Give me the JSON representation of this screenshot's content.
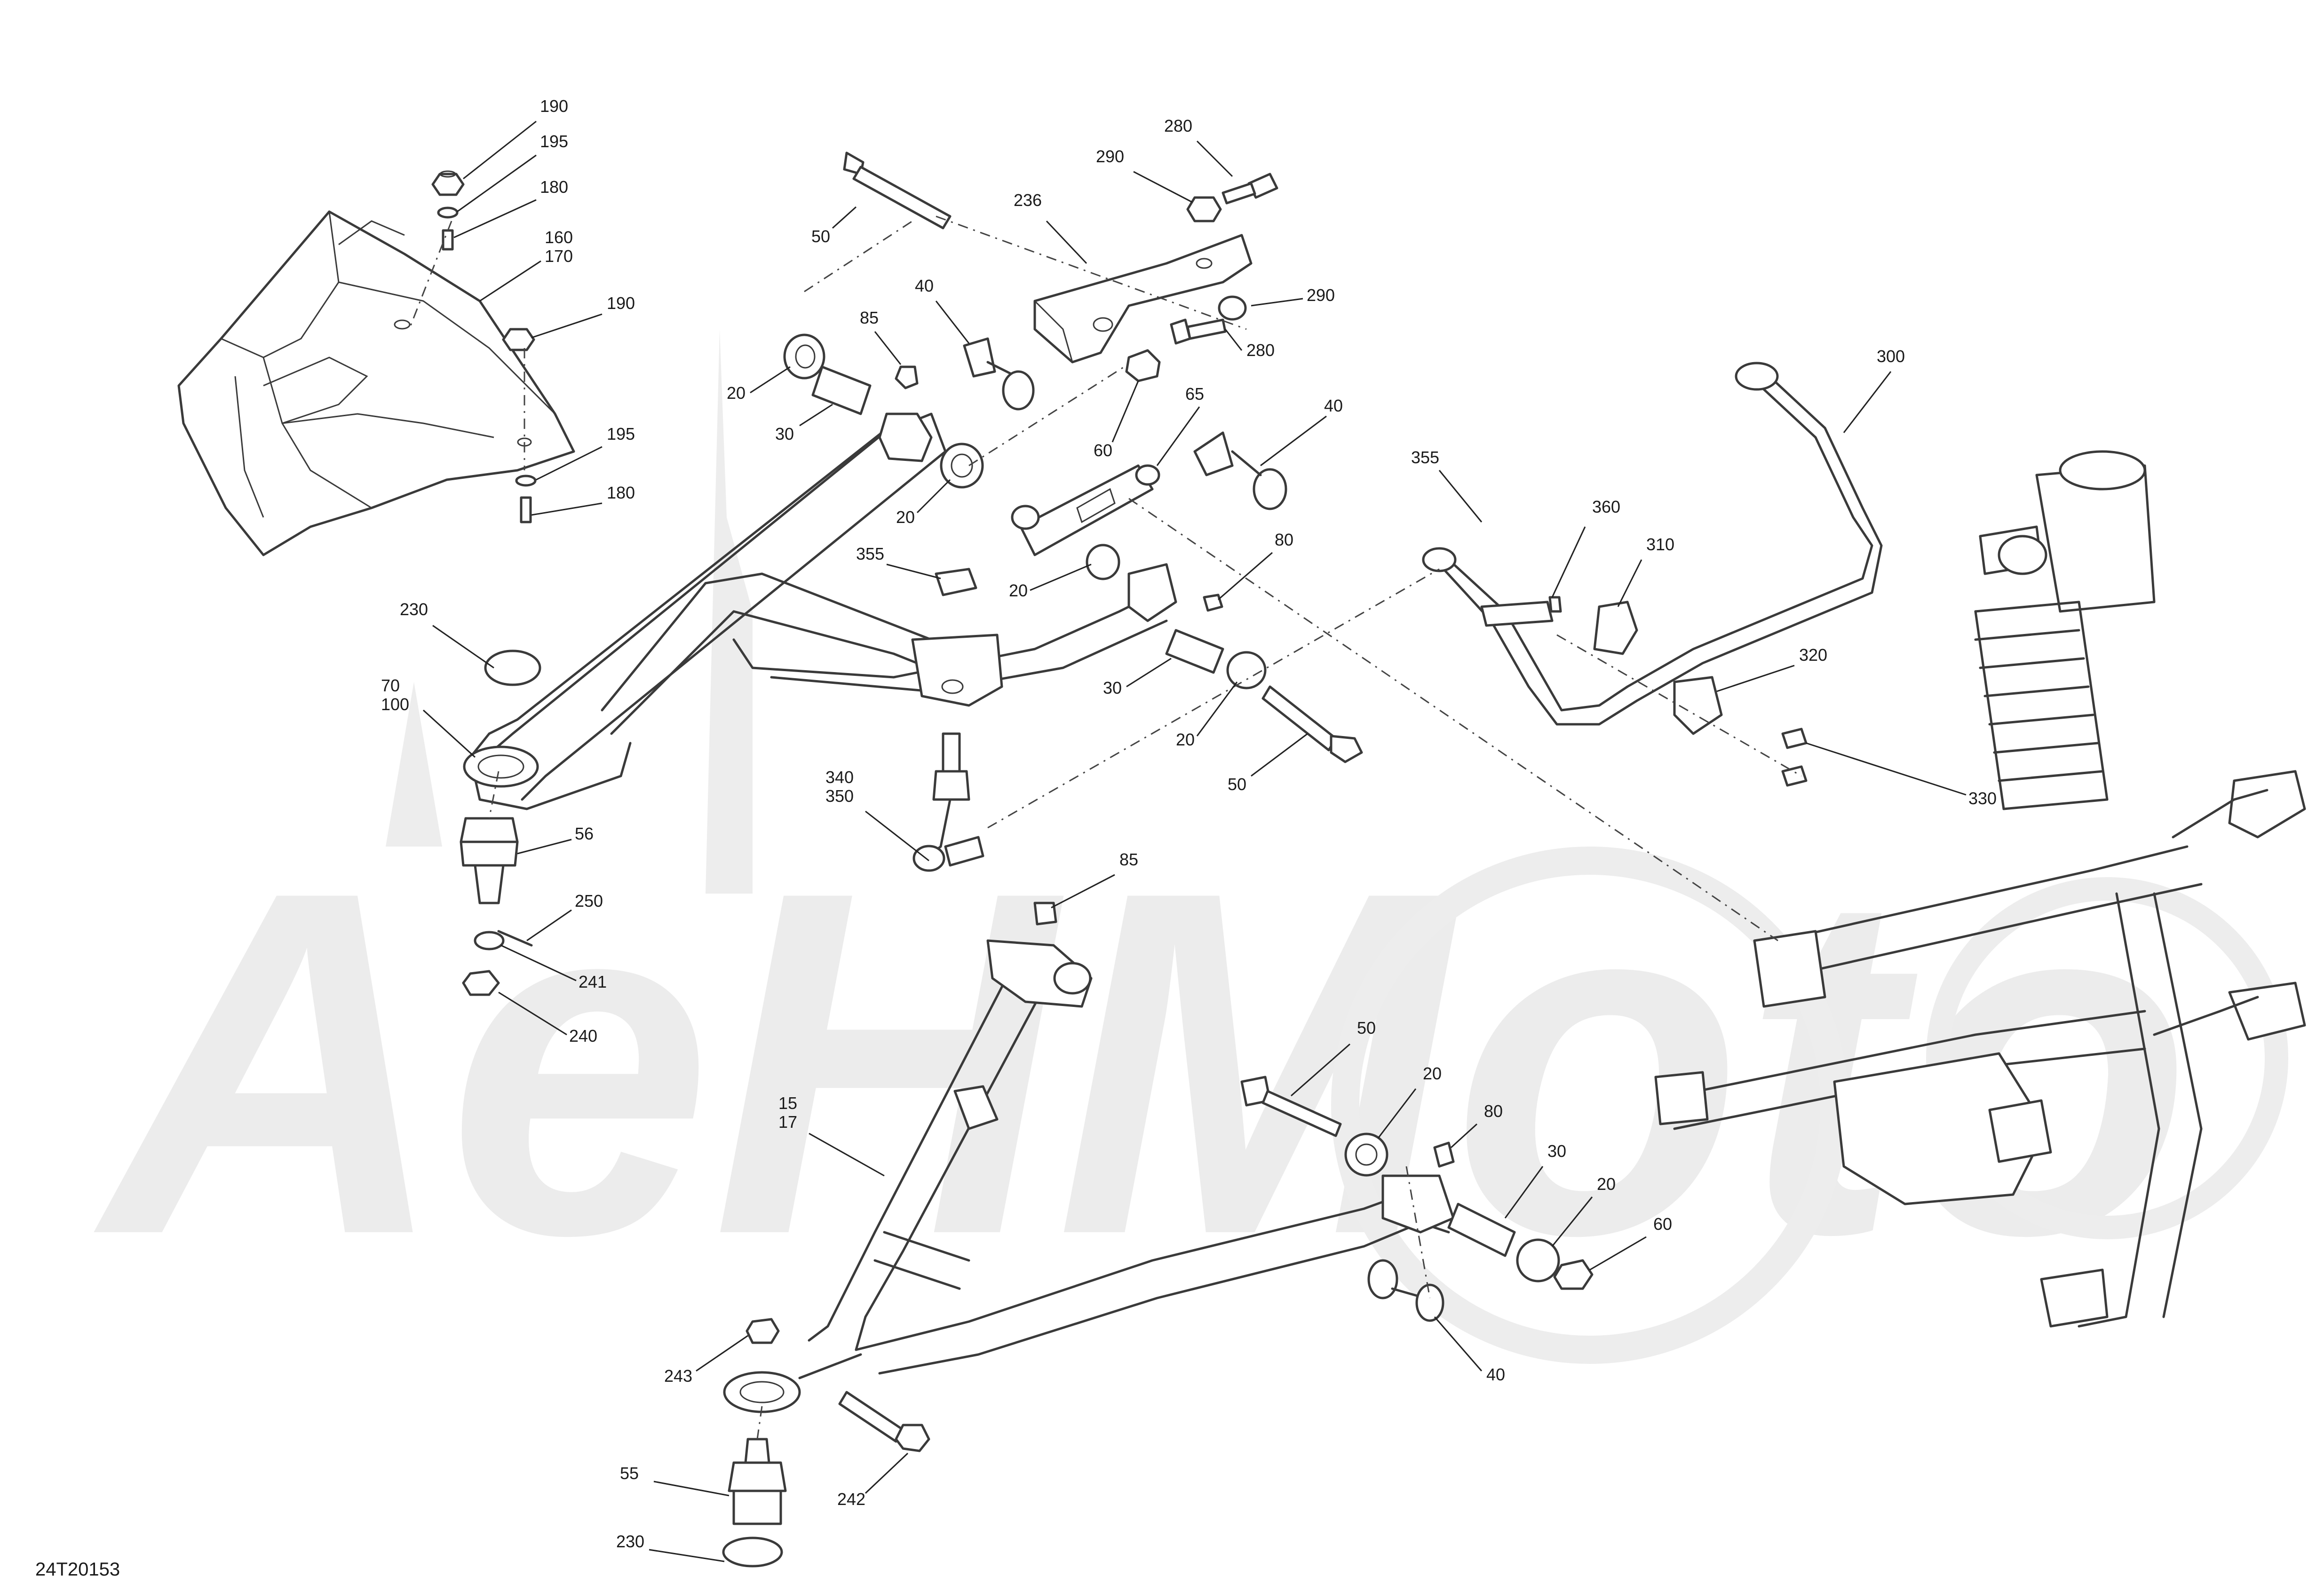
{
  "drawing_code": "24T20153",
  "callouts": [
    {
      "id": "c-190-a",
      "label": "190"
    },
    {
      "id": "c-195-a",
      "label": "195"
    },
    {
      "id": "c-180-a",
      "label": "180"
    },
    {
      "id": "c-160",
      "label": "160"
    },
    {
      "id": "c-170",
      "label": "170"
    },
    {
      "id": "c-190-b",
      "label": "190"
    },
    {
      "id": "c-195-b",
      "label": "195"
    },
    {
      "id": "c-180-b",
      "label": "180"
    },
    {
      "id": "c-230-a",
      "label": "230"
    },
    {
      "id": "c-70",
      "label": "70"
    },
    {
      "id": "c-100",
      "label": "100"
    },
    {
      "id": "c-56",
      "label": "56"
    },
    {
      "id": "c-250",
      "label": "250"
    },
    {
      "id": "c-241",
      "label": "241"
    },
    {
      "id": "c-240",
      "label": "240"
    },
    {
      "id": "c-50-a",
      "label": "50"
    },
    {
      "id": "c-20-a",
      "label": "20"
    },
    {
      "id": "c-30-a",
      "label": "30"
    },
    {
      "id": "c-85-a",
      "label": "85"
    },
    {
      "id": "c-40-a",
      "label": "40"
    },
    {
      "id": "c-20-b",
      "label": "20"
    },
    {
      "id": "c-236",
      "label": "236"
    },
    {
      "id": "c-290-a",
      "label": "290"
    },
    {
      "id": "c-280-a",
      "label": "280"
    },
    {
      "id": "c-290-b",
      "label": "290"
    },
    {
      "id": "c-280-b",
      "label": "280"
    },
    {
      "id": "c-60-a",
      "label": "60"
    },
    {
      "id": "c-65",
      "label": "65"
    },
    {
      "id": "c-40-b",
      "label": "40"
    },
    {
      "id": "c-355-a",
      "label": "355"
    },
    {
      "id": "c-20-c",
      "label": "20"
    },
    {
      "id": "c-80-a",
      "label": "80"
    },
    {
      "id": "c-30-b",
      "label": "30"
    },
    {
      "id": "c-20-d",
      "label": "20"
    },
    {
      "id": "c-50-b",
      "label": "50"
    },
    {
      "id": "c-340",
      "label": "340"
    },
    {
      "id": "c-350",
      "label": "350"
    },
    {
      "id": "c-300",
      "label": "300"
    },
    {
      "id": "c-355-b",
      "label": "355"
    },
    {
      "id": "c-360",
      "label": "360"
    },
    {
      "id": "c-310",
      "label": "310"
    },
    {
      "id": "c-320",
      "label": "320"
    },
    {
      "id": "c-330",
      "label": "330"
    },
    {
      "id": "c-85-b",
      "label": "85"
    },
    {
      "id": "c-15",
      "label": "15"
    },
    {
      "id": "c-17",
      "label": "17"
    },
    {
      "id": "c-50-c",
      "label": "50"
    },
    {
      "id": "c-20-e",
      "label": "20"
    },
    {
      "id": "c-80-b",
      "label": "80"
    },
    {
      "id": "c-30-c",
      "label": "30"
    },
    {
      "id": "c-20-f",
      "label": "20"
    },
    {
      "id": "c-60-b",
      "label": "60"
    },
    {
      "id": "c-40-c",
      "label": "40"
    },
    {
      "id": "c-243",
      "label": "243"
    },
    {
      "id": "c-242",
      "label": "242"
    },
    {
      "id": "c-55",
      "label": "55"
    },
    {
      "id": "c-230-b",
      "label": "230"
    }
  ]
}
